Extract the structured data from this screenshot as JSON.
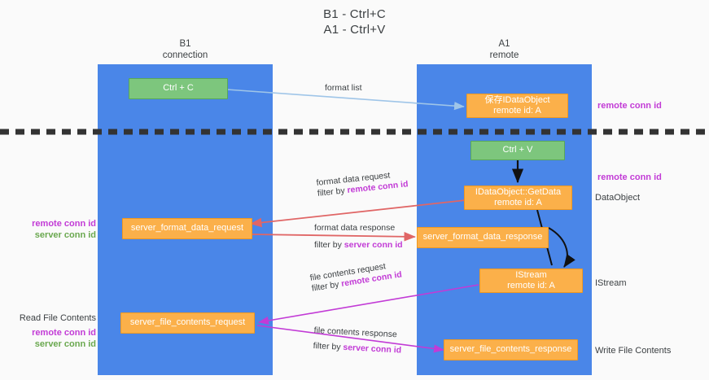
{
  "title": {
    "line1": "B1 - Ctrl+C",
    "line2": "A1 - Ctrl+V"
  },
  "lanes": [
    {
      "id": "b1",
      "name": "B1",
      "role": "connection",
      "color": "#4a86e8"
    },
    {
      "id": "a1",
      "name": "A1",
      "role": "remote",
      "color": "#4a86e8"
    }
  ],
  "colors": {
    "lane": "#4a86e8",
    "green_box": "#7dc67d",
    "orange_box": "#fbb04a",
    "remote_conn_id": "#c23bd6",
    "server_conn_id": "#6aa84f",
    "arrow_blue": "#9fc5e8",
    "arrow_red": "#e06666",
    "arrow_magenta": "#c23bd6",
    "arrow_black": "#000000",
    "divider": "#333333",
    "background": "#fafafa"
  },
  "boxes": {
    "ctrl_c": {
      "label": "Ctrl + C",
      "kind": "green",
      "lane": "b1"
    },
    "idataobject_store": {
      "line1": "保存IDataObject",
      "line2": "remote id: A",
      "kind": "orange",
      "lane": "a1"
    },
    "ctrl_v": {
      "label": "Ctrl + V",
      "kind": "green",
      "lane": "a1"
    },
    "getdata": {
      "line1": "IDataObject::GetData",
      "line2": "remote id: A",
      "kind": "orange",
      "lane": "a1"
    },
    "format_data_request": {
      "label": "server_format_data_request",
      "kind": "orange",
      "lane": "b1"
    },
    "format_data_response": {
      "label": "server_format_data_response",
      "kind": "orange",
      "lane": "a1"
    },
    "istream": {
      "line1": "IStream",
      "line2": "remote id: A",
      "kind": "orange",
      "lane": "a1"
    },
    "file_contents_request": {
      "label": "server_file_contents_request",
      "kind": "orange",
      "lane": "b1"
    },
    "file_contents_response": {
      "label": "server_file_contents_response",
      "kind": "orange",
      "lane": "a1"
    }
  },
  "edge_labels": {
    "format_list": "format list",
    "format_data_request": "format data request",
    "format_data_request_filter_prefix": "filter by ",
    "format_data_request_filter_key": "remote conn id",
    "format_data_response": "format data response",
    "format_data_response_filter_prefix": "filter by ",
    "format_data_response_filter_key": "server conn id",
    "file_contents_request": "file contents request",
    "file_contents_request_filter_prefix": "filter by ",
    "file_contents_request_filter_key": "remote conn id",
    "file_contents_response": "file contents response",
    "file_contents_response_filter_prefix": "filter by ",
    "file_contents_response_filter_key": "server conn id"
  },
  "annotations": {
    "right": [
      {
        "id": "r1",
        "text": "remote conn id",
        "style": "purple"
      },
      {
        "id": "r2",
        "text": "remote conn id",
        "style": "purple"
      },
      {
        "id": "r3",
        "text": "DataObject",
        "style": "plain"
      },
      {
        "id": "r4",
        "text": "IStream",
        "style": "plain"
      },
      {
        "id": "r5",
        "text": "Write File Contents",
        "style": "plain"
      }
    ],
    "left": [
      {
        "id": "l1",
        "text": "remote conn id",
        "style": "purple"
      },
      {
        "id": "l2",
        "text": "server conn id",
        "style": "green"
      },
      {
        "id": "l3",
        "text": "Read File Contents",
        "style": "plain"
      },
      {
        "id": "l4",
        "text": "remote conn id",
        "style": "purple"
      },
      {
        "id": "l5",
        "text": "server conn id",
        "style": "green"
      }
    ]
  }
}
